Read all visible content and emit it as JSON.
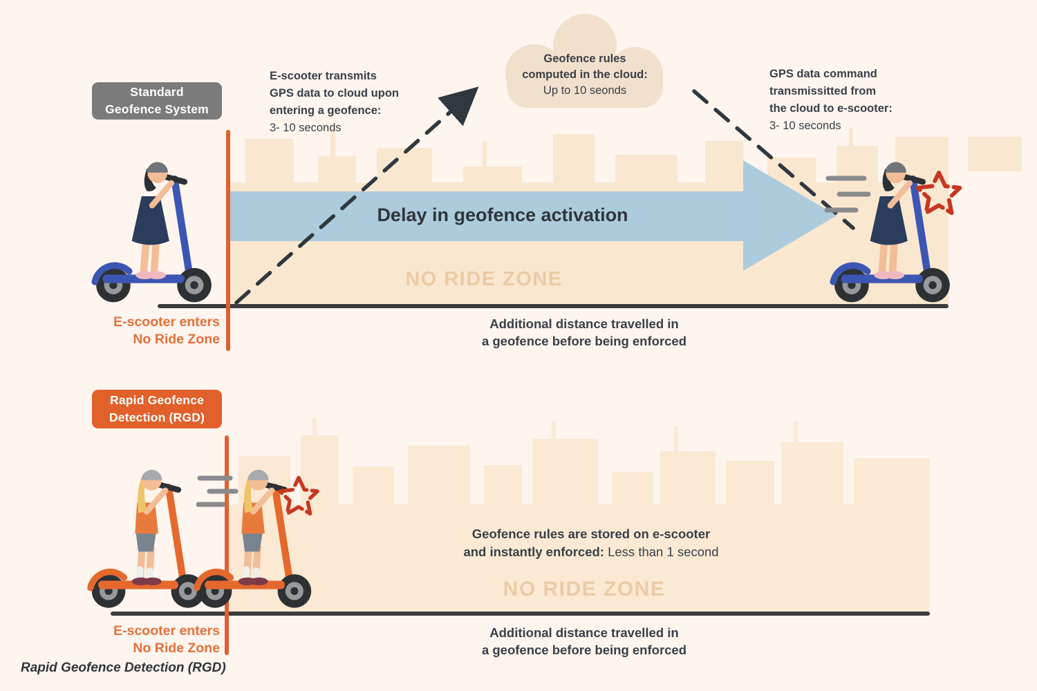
{
  "palette": {
    "background": "#FDF5EE",
    "zone_beige": "#FAE7D0",
    "arrow_blue": "#A6C8DD",
    "orange_accent": "#E4703A",
    "orange_box": "#E2602A",
    "gray_box": "#7B7B7B",
    "dark_text": "#3A4049",
    "tan_text": "#EBCBA4",
    "red_alert": "#C6381F",
    "ground_line": "#3B3C3E",
    "scooter_blue": "#3C56B4",
    "scooter_orange": "#E5682C"
  },
  "icons": [
    "cloud-icon",
    "alert-burst-icon",
    "speed-lines-icon",
    "dashed-arrow-icon"
  ],
  "standard": {
    "label_line1": "Standard",
    "label_line2": "Geofence System",
    "transmit_note": {
      "line1": "E-scooter transmits",
      "line2": "GPS data to cloud upon",
      "line3": "entering a geofence:",
      "value": "3- 10 seconds"
    },
    "cloud_note": {
      "line1": "Geofence rules",
      "line2": "computed in the cloud:",
      "value": "Up to 10 seonds"
    },
    "command_note": {
      "line1": "GPS data command",
      "line2": "transmissitted from",
      "line3": "the cloud to e-scooter:",
      "value": "3- 10 seconds"
    },
    "arrow_label": "Delay in geofence activation",
    "no_ride_zone": "NO RIDE ZONE",
    "enters": {
      "line1": "E-scooter enters",
      "line2": "No Ride Zone"
    },
    "distance": {
      "line1": "Additional distance travelled in",
      "line2": "a geofence before being enforced"
    }
  },
  "rgd": {
    "label_line1": "Rapid Geofence",
    "label_line2": "Detection (RGD)",
    "stored_note": {
      "line1": "Geofence rules are stored on e-scooter",
      "line2_bold": "and instantly enforced:",
      "line2_value": " Less than 1 second"
    },
    "no_ride_zone": "NO RIDE ZONE",
    "enters": {
      "line1": "E-scooter enters",
      "line2": "No Ride Zone"
    },
    "distance": {
      "line1": "Additional distance travelled in",
      "line2": "a geofence before being enforced"
    }
  },
  "caption": "Rapid Geofence Detection (RGD)"
}
